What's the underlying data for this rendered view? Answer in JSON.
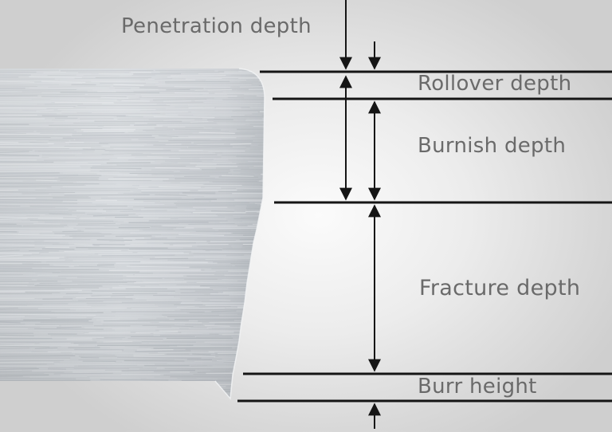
{
  "diagram": {
    "labels": {
      "penetration_depth": "Penetration depth",
      "rollover_depth": "Rollover depth",
      "burnish_depth": "Burnish depth",
      "fracture_depth": "Fracture depth",
      "burr_height": "Burr height"
    },
    "colors": {
      "line": "#151515",
      "text": "#6a6a6a",
      "metal_light": "#e4e7ea",
      "metal_dark": "#a9aeb3"
    }
  }
}
